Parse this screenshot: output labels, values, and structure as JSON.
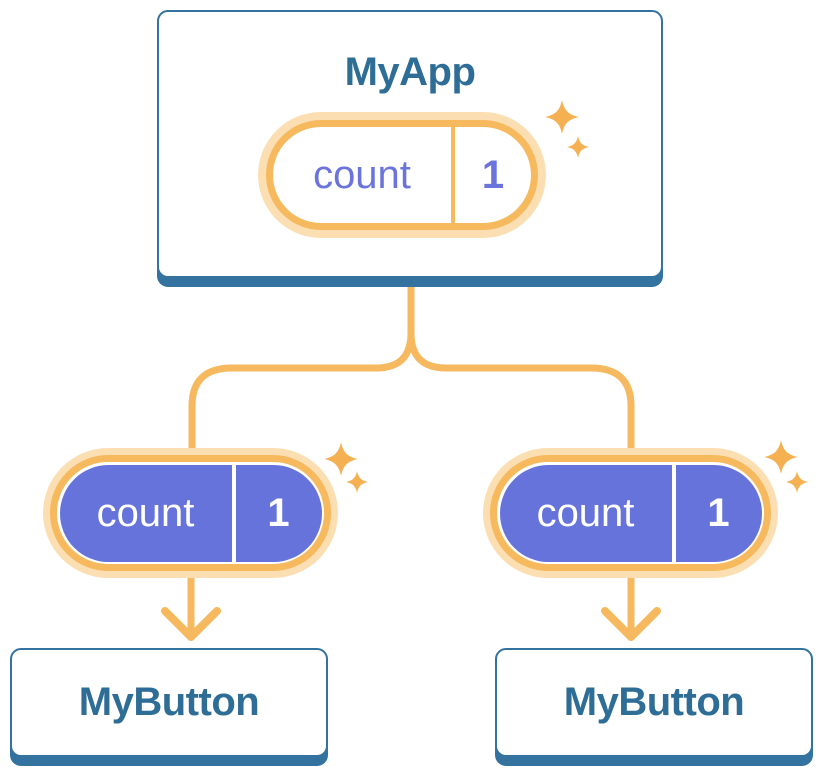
{
  "nodes": {
    "root": {
      "label": "MyApp",
      "state": {
        "name": "count",
        "value": "1"
      }
    },
    "left_child": {
      "label": "MyButton",
      "prop": {
        "name": "count",
        "value": "1"
      }
    },
    "right_child": {
      "label": "MyButton",
      "prop": {
        "name": "count",
        "value": "1"
      }
    }
  },
  "colors": {
    "card_border_blue": "#34739F",
    "card_text_blue": "#2E6D96",
    "pill_purple": "#6673DB",
    "pill_text_purple": "#6A74DB",
    "ring_orange": "#F7B95E",
    "ring_pale_orange": "#FBDFB3",
    "connector_orange": "#F6B95F",
    "sparkle_orange": "#F5B052",
    "background": "#FFFFFF"
  },
  "icons": {
    "sparkle": "sparkle-icon"
  }
}
